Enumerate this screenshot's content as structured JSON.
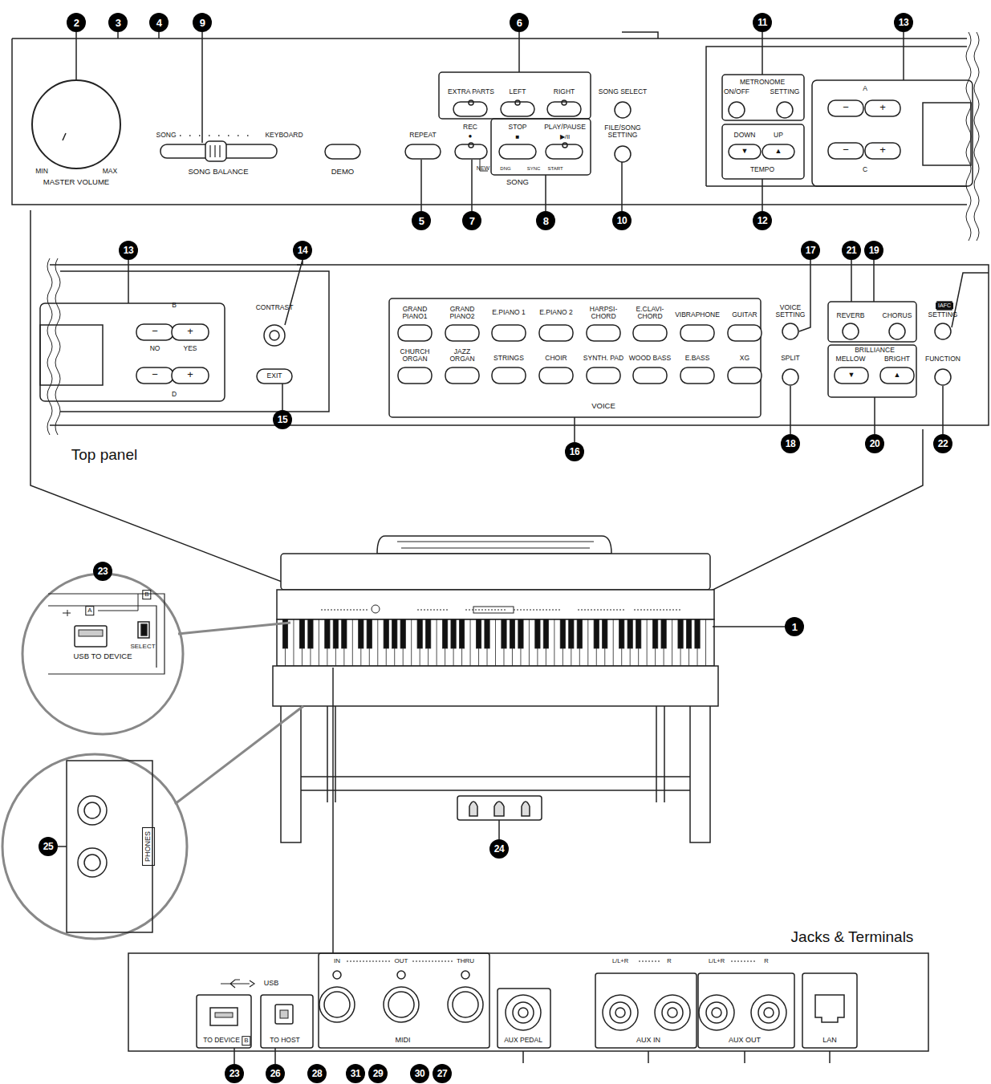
{
  "diagram": {
    "nodes": [
      {
        "text": [
          "2"
        ]
      },
      {
        "text": [
          "3"
        ]
      },
      {
        "text": [
          "4"
        ]
      },
      {
        "text": [
          "9"
        ]
      },
      {
        "text": [
          "6"
        ]
      },
      {
        "text": [
          "11"
        ]
      },
      {
        "text": [
          "13"
        ]
      },
      {
        "text": [
          "5"
        ]
      },
      {
        "text": [
          "7"
        ]
      },
      {
        "text": [
          "8"
        ]
      },
      {
        "text": [
          "10"
        ]
      },
      {
        "text": [
          "12"
        ]
      },
      {
        "text": [
          "13"
        ]
      },
      {
        "text": [
          "14"
        ]
      },
      {
        "text": [
          "17"
        ]
      },
      {
        "text": [
          "21"
        ]
      },
      {
        "text": [
          "19"
        ]
      },
      {
        "text": [
          "15"
        ]
      },
      {
        "text": [
          "16"
        ]
      },
      {
        "text": [
          "18"
        ]
      },
      {
        "text": [
          "20"
        ]
      },
      {
        "text": [
          "22"
        ]
      },
      {
        "text": [
          "23"
        ]
      },
      {
        "text": [
          "1"
        ]
      },
      {
        "text": [
          "25"
        ]
      },
      {
        "text": [
          "24"
        ]
      },
      {
        "text": [
          "23"
        ]
      },
      {
        "text": [
          "26"
        ]
      },
      {
        "text": [
          "28"
        ]
      },
      {
        "text": [
          "31"
        ]
      },
      {
        "text": [
          "29"
        ]
      },
      {
        "text": [
          "30"
        ]
      },
      {
        "text": [
          "27"
        ]
      }
    ],
    "labels": [
      "SONG",
      "KEYBOARD",
      "MIN",
      "MAX",
      "MASTER VOLUME",
      "SONG BALANCE",
      "DEMO",
      "EXTRA PARTS",
      "LEFT",
      "RIGHT",
      "SONG SELECT",
      "REPEAT",
      "REC",
      "●",
      "STOP",
      "■",
      "PLAY/PAUSE",
      "▶/II",
      "FILE/SONG SETTING",
      "NEW",
      "DNG",
      "SYNC",
      "START",
      "SONG",
      "METRONOME",
      "ON/OFF",
      "SETTING",
      "DOWN",
      "UP",
      "▼",
      "▲",
      "TEMPO",
      "A",
      "−",
      "+",
      "−",
      "+",
      "C",
      "B",
      "−",
      "+",
      "NO",
      "YES",
      "−",
      "+",
      "D",
      "CONTRAST",
      "EXIT",
      "GRAND PIANO1",
      "GRAND PIANO2",
      "E.PIANO 1",
      "E.PIANO 2",
      "HARPSI-CHORD",
      "E.CLAVI-CHORD",
      "VIBRAPHONE",
      "GUITAR",
      "CHURCH ORGAN",
      "JAZZ ORGAN",
      "STRINGS",
      "CHOIR",
      "SYNTH. PAD",
      "WOOD BASS",
      "E.BASS",
      "XG",
      "VOICE",
      "VOICE SETTING",
      "SPLIT",
      "REVERB",
      "CHORUS",
      "BRILLIANCE",
      "MELLOW",
      "BRIGHT",
      "▼",
      "▲",
      "IAFC",
      "SETTING",
      "FUNCTION",
      "Top panel",
      "A",
      "B",
      "SELECT",
      "USB TO DEVICE",
      "PHONES",
      "Jacks & Terminals",
      "USB",
      "TO DEVICE",
      "B",
      "TO HOST",
      "IN",
      "OUT",
      "THRU",
      "MIDI",
      "AUX PEDAL",
      "L/L+R",
      "R",
      "AUX IN",
      "L/L+R",
      "R",
      "AUX OUT",
      "LAN"
    ]
  }
}
